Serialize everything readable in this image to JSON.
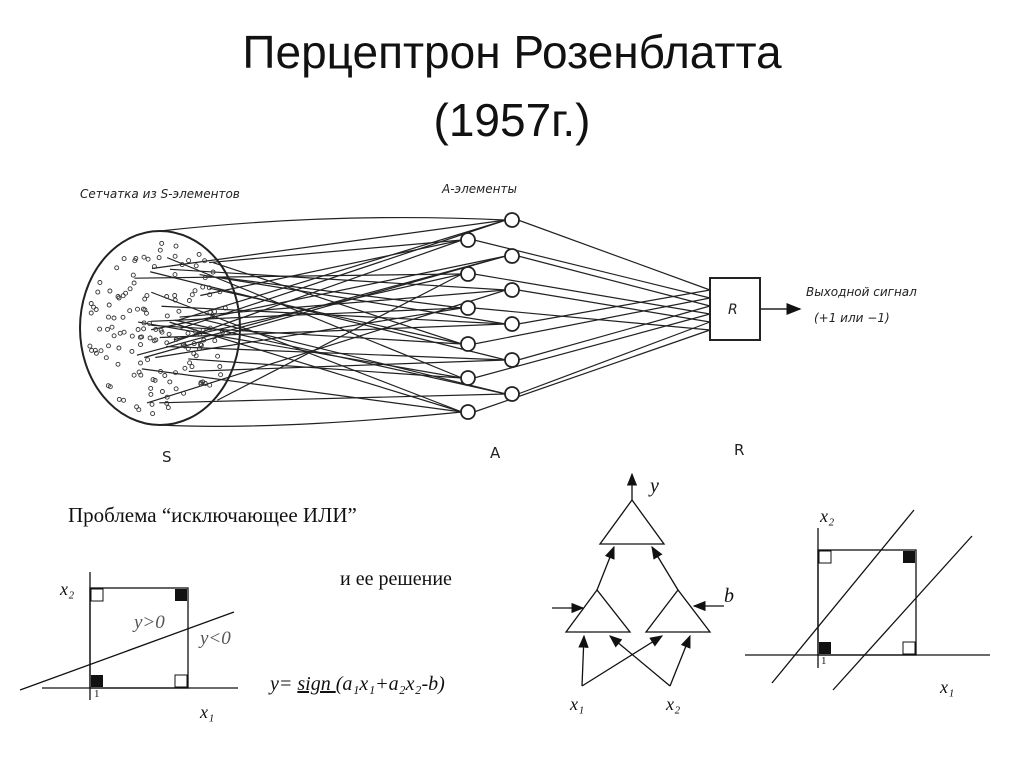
{
  "title_line1": "Перцептрон Розенблатта",
  "title_line2": "(1957г.)",
  "diagram": {
    "retina_label": "Сетчатка из S-элементов",
    "a_elements_label": "A-элементы",
    "r_box": "R",
    "output_line1": "Выходной сигнал",
    "output_line2": "(+1 или −1)",
    "s_label": "S",
    "a_label": "A",
    "r_label": "R"
  },
  "xor": {
    "problem": "Проблема “исключающее ИЛИ”",
    "solution": "и ее решение",
    "formula_prefix": "y= ",
    "formula_sign": "sign ",
    "formula_rest": "(a₁x₁+a₂x₂-b)",
    "left_plot": {
      "x2": "x₂",
      "x1": "x₁",
      "y_pos": "y>0",
      "y_neg": "y<0",
      "one": "1"
    },
    "network": {
      "y": "y",
      "b": "b",
      "x1": "x₁",
      "x2": "x₂"
    },
    "right_plot": {
      "x2": "x₂",
      "x1": "x₁",
      "one": "1"
    }
  }
}
